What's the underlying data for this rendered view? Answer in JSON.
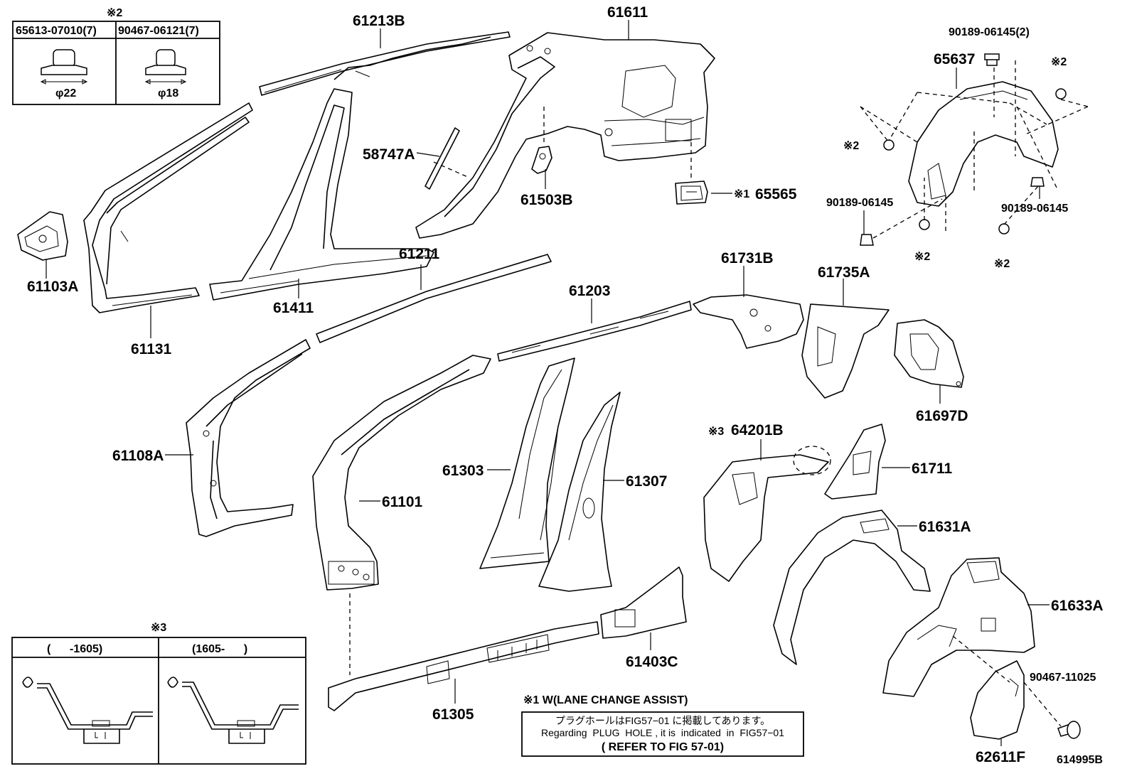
{
  "figure_id": "614995B",
  "mark2": "※2",
  "mark3": "※3",
  "clip_table": {
    "col1_part": "65613-07010(7)",
    "col2_part": "90467-06121(7)",
    "col1_dim": "φ22",
    "col2_dim": "φ18"
  },
  "section_table": {
    "col1_header": "(      -1605)",
    "col2_header": "(1605-      )"
  },
  "note1": "※1 W(LANE CHANGE ASSIST)",
  "note_box": {
    "line1": "プラグホールはFIG57−01 に掲載してあります。",
    "line2": "Regarding  PLUG  HOLE , it is  indicated  in  FIG57−01",
    "line3": "( REFER TO FIG 57-01)"
  },
  "labels": {
    "p61213B": "61213B",
    "p61611": "61611",
    "p58747A": "58747A",
    "p61503B": "61503B",
    "p65565": "65565",
    "p65565_mark": "※1",
    "p61103A": "61103A",
    "p61131": "61131",
    "p61411": "61411",
    "p61211": "61211",
    "p61203": "61203",
    "p61731B": "61731B",
    "p61735A": "61735A",
    "p61697D": "61697D",
    "p61108A": "61108A",
    "p61101": "61101",
    "p61303": "61303",
    "p61307": "61307",
    "p64201B": "64201B",
    "p61711": "61711",
    "p61631A": "61631A",
    "p61633A": "61633A",
    "p61305": "61305",
    "p61403C": "61403C",
    "p90467_11025": "90467-11025",
    "p62611F": "62611F",
    "p90189_06145_2": "90189-06145(2)",
    "p65637": "65637",
    "p90189_06145_a": "90189-06145",
    "p90189_06145_b": "90189-06145"
  }
}
